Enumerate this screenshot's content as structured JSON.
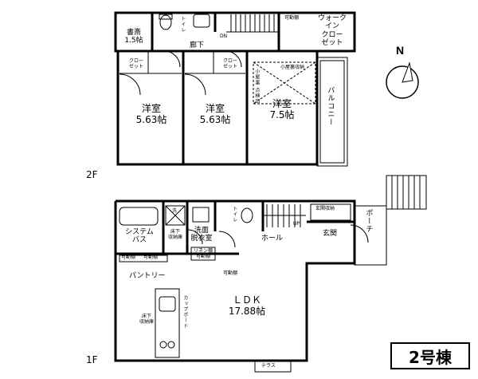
{
  "floors": {
    "f2": {
      "label": "2F",
      "rooms": {
        "study": {
          "name": "書斎",
          "size": "1.5帖"
        },
        "toilet": "トイレ",
        "dn": "DN",
        "walk_in": "ウォーク\nイン\nクロー\nゼット",
        "movable_shelf": "可動棚",
        "hallway": "廊下",
        "closet_1": "クロー\nゼット",
        "closet_2": "クロー\nゼット",
        "attic_storage": "小屋裏収納",
        "attic_hatch": "小屋裏 点検口",
        "western_1": {
          "name": "洋室",
          "size": "5.63帖"
        },
        "western_2": {
          "name": "洋室",
          "size": "5.63帖"
        },
        "western_3": {
          "name": "洋室",
          "size": "7.5帖"
        },
        "balcony": "バルコニー"
      }
    },
    "f1": {
      "label": "1F",
      "rooms": {
        "system_bath": "システム\nバス",
        "washer": "洗",
        "under_floor_storage": "床下\n収納庫",
        "washroom": "洗面\n脱衣室",
        "toilet": "トイレ",
        "up": "UP",
        "hall": "ホール",
        "entrance_storage": "玄関収納",
        "entrance": "玄関",
        "porch": "ポーチ",
        "movable_shelf_1": "可動棚",
        "movable_shelf_2": "可動棚",
        "movable_shelf_3": "可動棚",
        "linen_shelf": "リネン棚\n可動棚",
        "pantry": "パントリー",
        "cupboard": "カップボード",
        "floor_storage": "床下\n収納庫",
        "ldk": {
          "name": "ＬＤＫ",
          "size": "17.88帖"
        },
        "terrace": "テラス"
      }
    }
  },
  "compass": {
    "north": "N"
  },
  "unit": "2号棟"
}
